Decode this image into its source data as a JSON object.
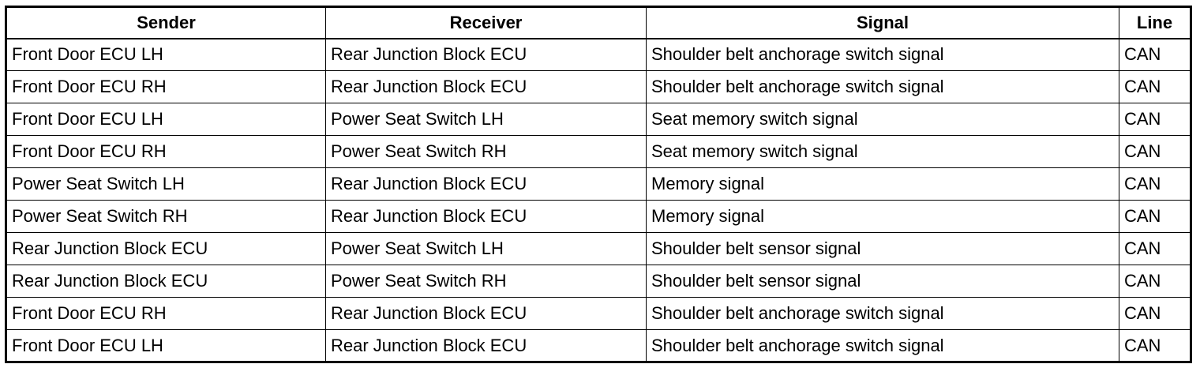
{
  "table": {
    "headers": [
      "Sender",
      "Receiver",
      "Signal",
      "Line"
    ],
    "rows": [
      [
        "Front Door ECU LH",
        "Rear Junction Block ECU",
        "Shoulder belt anchorage switch signal",
        "CAN"
      ],
      [
        "Front Door ECU RH",
        "Rear Junction Block ECU",
        "Shoulder belt anchorage switch signal",
        "CAN"
      ],
      [
        "Front Door ECU LH",
        "Power Seat Switch LH",
        "Seat memory switch signal",
        "CAN"
      ],
      [
        "Front Door ECU RH",
        "Power Seat Switch RH",
        "Seat memory switch signal",
        "CAN"
      ],
      [
        "Power Seat Switch LH",
        "Rear Junction Block ECU",
        "Memory signal",
        "CAN"
      ],
      [
        "Power Seat Switch RH",
        "Rear Junction Block ECU",
        "Memory signal",
        "CAN"
      ],
      [
        "Rear Junction Block ECU",
        "Power Seat Switch LH",
        "Shoulder belt sensor signal",
        "CAN"
      ],
      [
        "Rear Junction Block ECU",
        "Power Seat Switch RH",
        "Shoulder belt sensor signal",
        "CAN"
      ],
      [
        "Front Door ECU RH",
        "Rear Junction Block ECU",
        "Shoulder belt anchorage switch signal",
        "CAN"
      ],
      [
        "Front Door ECU LH",
        "Rear Junction Block ECU",
        "Shoulder belt anchorage switch signal",
        "CAN"
      ]
    ]
  }
}
